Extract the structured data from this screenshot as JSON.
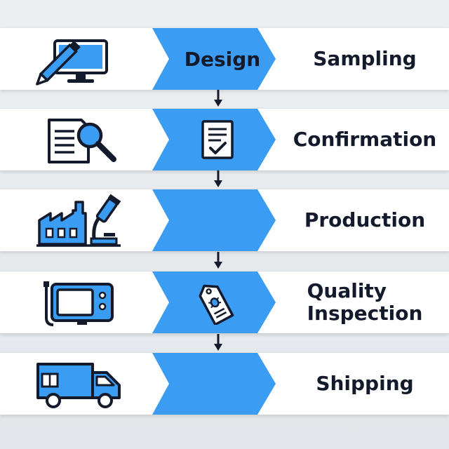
{
  "steps": [
    {
      "chevron_text": "Design",
      "label": "Sampling",
      "left_icon": "computer-design-icon",
      "chevron_icon": ""
    },
    {
      "chevron_text": "",
      "label": "Confirmation",
      "left_icon": "document-search-icon",
      "chevron_icon": "checklist-icon"
    },
    {
      "chevron_text": "",
      "label": "Production",
      "left_icon": "factory-microscope-icon",
      "chevron_icon": ""
    },
    {
      "chevron_text": "",
      "label_lines": [
        "Quality",
        "Inspection"
      ],
      "left_icon": "testing-machine-icon",
      "chevron_icon": "bug-tag-icon"
    },
    {
      "chevron_text": "",
      "label": "Shipping",
      "left_icon": "delivery-truck-icon",
      "chevron_icon": ""
    }
  ],
  "colors": {
    "accent": "#3b9cf3",
    "outline": "#121a2c",
    "row_background": "#ffffff",
    "page_background": "#e6e8eb"
  }
}
